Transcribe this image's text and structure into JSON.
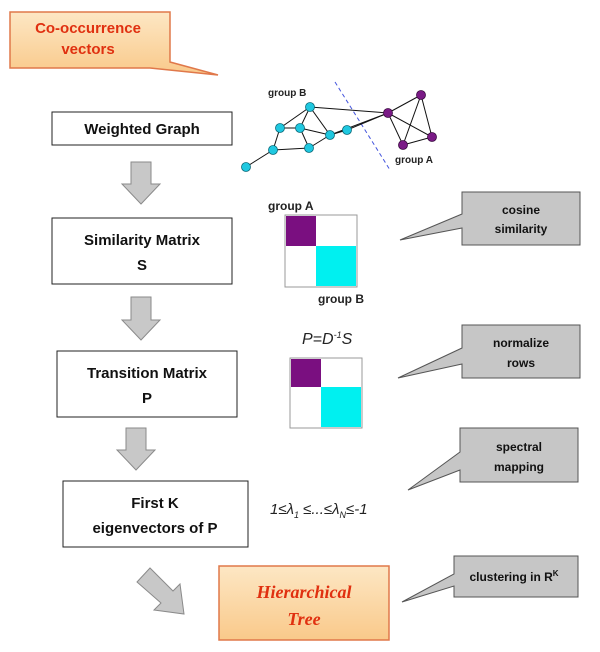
{
  "colors": {
    "callout_orange_fill": "#fcd9a8",
    "callout_orange_text": "#e03010",
    "node_cyan": "#1fc8e0",
    "node_purple": "#7a1a86",
    "block_purple": "#7a0f80",
    "block_cyan": "#00f0f0",
    "gray_callout": "#c6c6c6",
    "arrow_gray": "#c8c8c8"
  },
  "top_callout": {
    "line1": "Co-occurrence",
    "line2": "vectors"
  },
  "flow": {
    "weighted_graph": "Weighted Graph",
    "similarity": {
      "line1": "Similarity Matrix",
      "line2": "S"
    },
    "transition": {
      "line1": "Transition Matrix",
      "line2": "P"
    },
    "eigen": {
      "line1": "First K",
      "line2": "eigenvectors of P"
    },
    "tree": {
      "line1": "Hierarchical",
      "line2": "Tree"
    }
  },
  "graph": {
    "group_b_label": "group B",
    "group_a_label": "group A"
  },
  "similarity_matrix": {
    "group_a_label": "group A",
    "group_b_label": "group B"
  },
  "transition_formula": {
    "base": "P=D",
    "sup": "-1",
    "tail": "S"
  },
  "eigen_formula": {
    "p1": "1≤λ",
    "s1": "1",
    "p2": " ≤...≤λ",
    "s2": "N",
    "p3": "≤-1"
  },
  "callouts": {
    "cosine": {
      "line1": "cosine",
      "line2": "similarity"
    },
    "normalize": {
      "line1": "normalize",
      "line2": "rows"
    },
    "spectral": {
      "line1": "spectral",
      "line2": "mapping"
    },
    "clustering": {
      "text": "clustering in R",
      "sup": "K"
    }
  }
}
